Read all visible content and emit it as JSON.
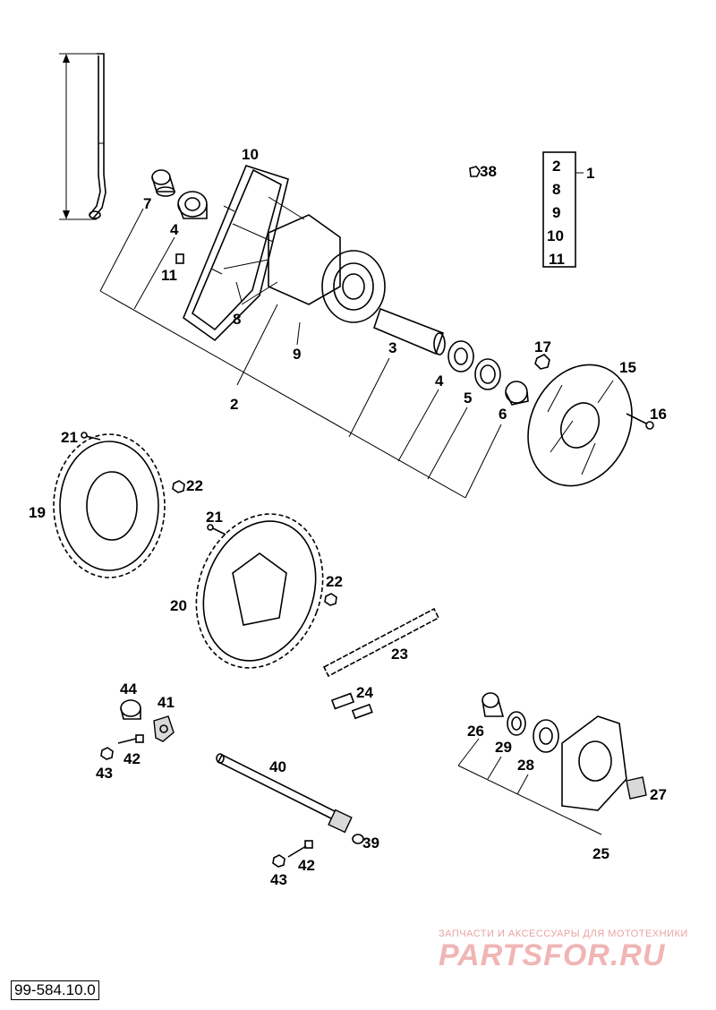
{
  "document_number": "99-584.10.0",
  "watermark": {
    "tagline": "ЗАПЧАСТИ И АКСЕССУАРЫ ДЛЯ МОТОТЕХНИКИ",
    "logo_text": "PARTSFOR.RU"
  },
  "group_1": {
    "label": "1",
    "members": [
      "2",
      "8",
      "9",
      "10",
      "11"
    ]
  },
  "callouts": {
    "c2": "2",
    "c3": "3",
    "c4a": "4",
    "c4b": "4",
    "c5": "5",
    "c6": "6",
    "c7": "7",
    "c8": "8",
    "c9": "9",
    "c10": "10",
    "c11": "11",
    "c15": "15",
    "c16": "16",
    "c17": "17",
    "c19": "19",
    "c20": "20",
    "c21a": "21",
    "c21b": "21",
    "c22a": "22",
    "c22b": "22",
    "c23": "23",
    "c24": "24",
    "c25": "25",
    "c26": "26",
    "c27": "27",
    "c28": "28",
    "c29": "29",
    "c38": "38",
    "c39": "39",
    "c40": "40",
    "c41": "41",
    "c42a": "42",
    "c42b": "42",
    "c43a": "43",
    "c43b": "43",
    "c44": "44"
  }
}
